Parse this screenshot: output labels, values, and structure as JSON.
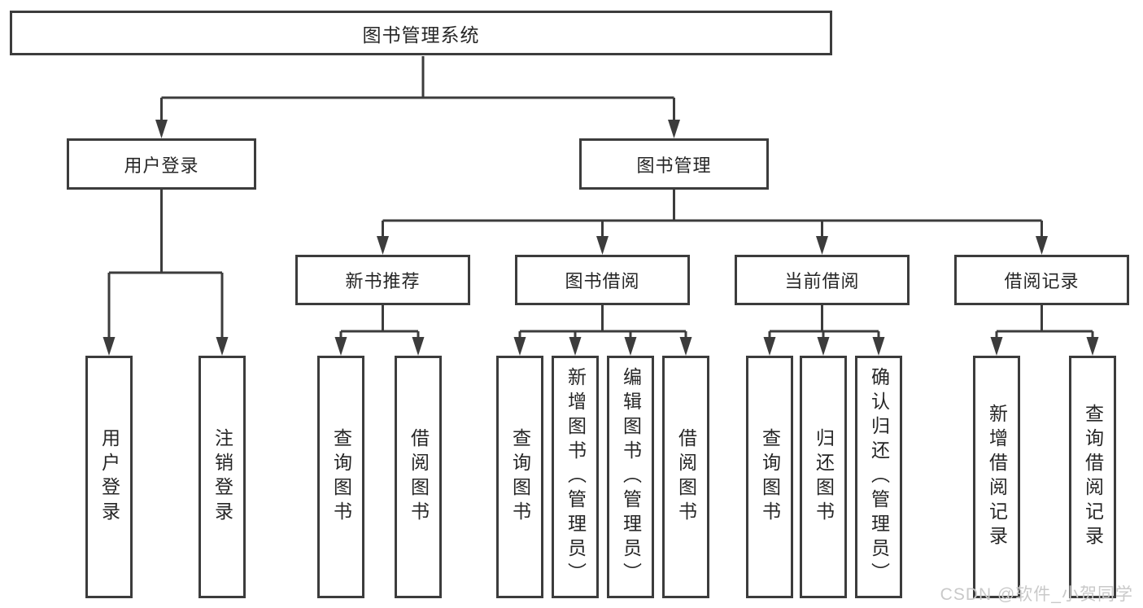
{
  "colors": {
    "line": "#3c3c3c",
    "text": "#262626",
    "background": "#ffffff",
    "watermark": "#c9c9c9"
  },
  "watermark": {
    "text": "CSDN @软件_小贺同学"
  },
  "tree": {
    "root": {
      "label": "图书管理系统"
    },
    "branches": [
      {
        "label": "用户登录",
        "children": [
          {
            "label": "用户登录"
          },
          {
            "label": "注销登录"
          }
        ]
      },
      {
        "label": "图书管理",
        "sections": [
          {
            "label": "新书推荐",
            "children": [
              {
                "label": "查询图书"
              },
              {
                "label": "借阅图书"
              }
            ]
          },
          {
            "label": "图书借阅",
            "children": [
              {
                "label": "查询图书"
              },
              {
                "label": "新增图书（管理员）"
              },
              {
                "label": "编辑图书（管理员）"
              },
              {
                "label": "借阅图书"
              }
            ]
          },
          {
            "label": "当前借阅",
            "children": [
              {
                "label": "查询图书"
              },
              {
                "label": "归还图书"
              },
              {
                "label": "确认归还（管理员）"
              }
            ]
          },
          {
            "label": "借阅记录",
            "children": [
              {
                "label": "新增借阅记录"
              },
              {
                "label": "查询借阅记录"
              }
            ]
          }
        ]
      }
    ]
  }
}
